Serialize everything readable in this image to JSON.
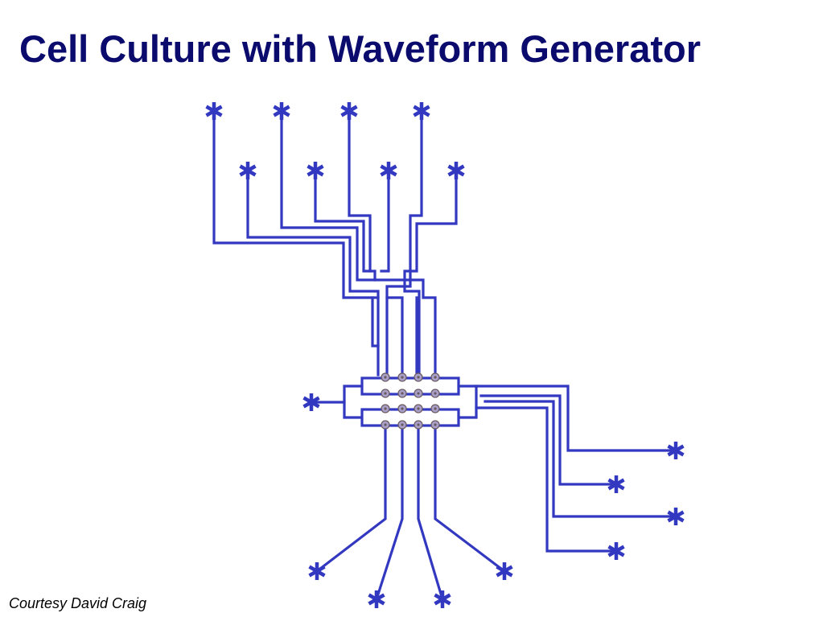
{
  "slide": {
    "title": "Cell Culture with Waveform Generator",
    "credit": "Courtesy David Craig"
  },
  "diagram": {
    "wire_color": "#3338c0",
    "electrode_fill": "#a8a0c8",
    "electrode_stroke": "#6a5a60",
    "electrode_grid": {
      "rows": 4,
      "cols": 4
    },
    "chambers": 2,
    "contact_pads": 17
  }
}
